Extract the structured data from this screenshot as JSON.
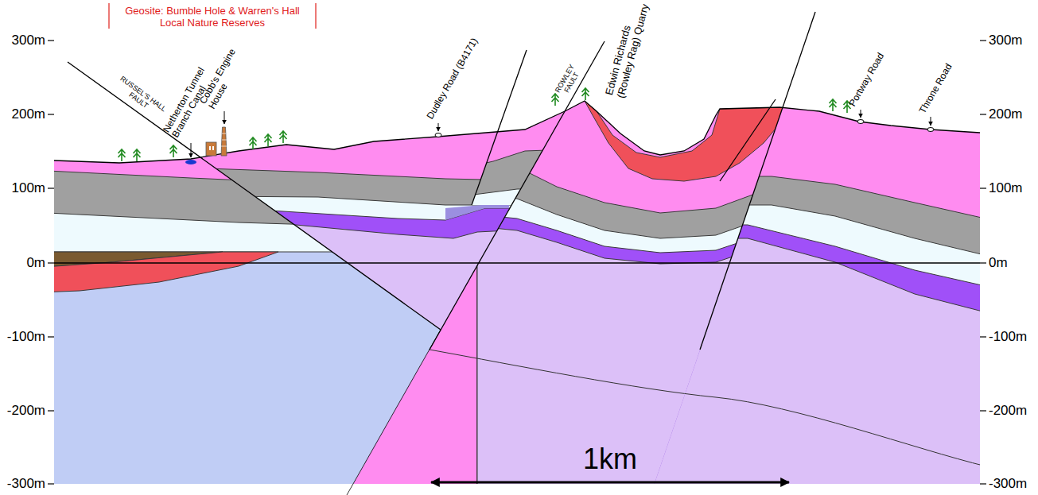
{
  "diagram": {
    "labels": [
      "300m",
      "200m",
      "100m",
      "0m",
      "-100m",
      "-200m",
      "-300m",
      "300m",
      "200m",
      "100m",
      "0m",
      "-100m",
      "-200m",
      "-300m",
      "Geosite: Bumble Hole & Warren's Hall Local Nature Reserves",
      "Netherton Tunnel Branch Canal",
      "Cobb's Engine House",
      "RUSSEL'S HALL FAULT",
      "Dudley Road (B4171)",
      "ROWLEY FAULT",
      "Edwin Richards (Rowley Rag) Quarry",
      "Portway Road",
      "Throne Road",
      "1km"
    ]
  }
}
